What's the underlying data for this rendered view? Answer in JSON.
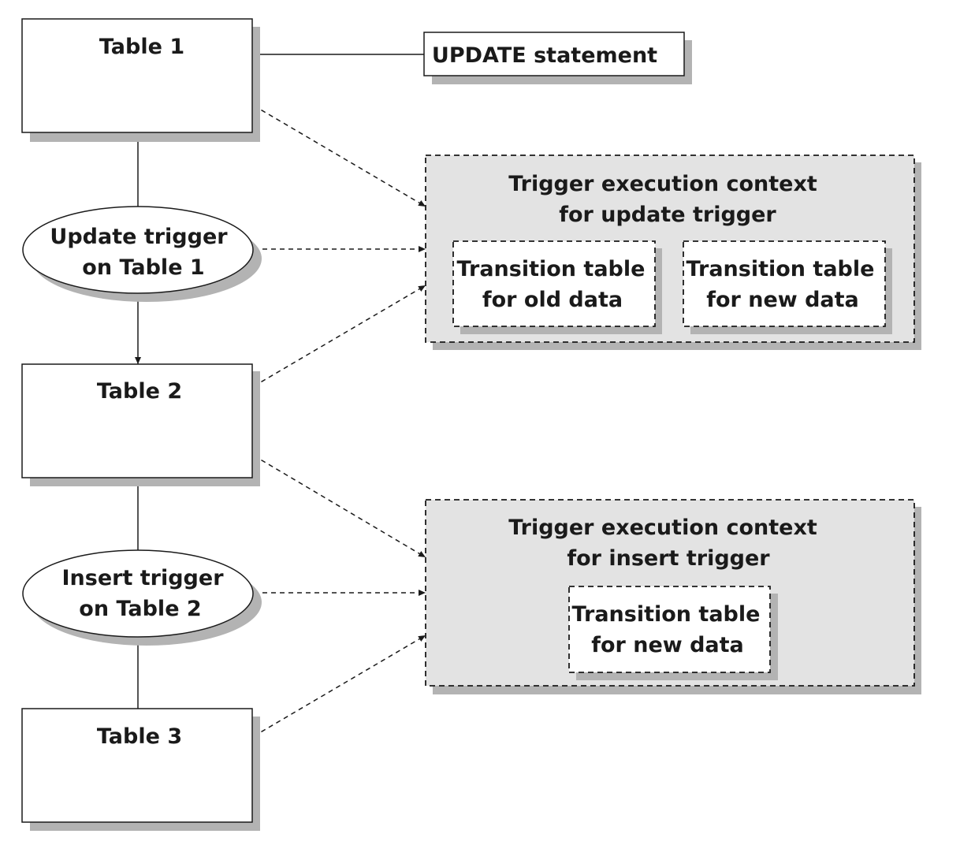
{
  "tables": {
    "table1": "Table 1",
    "table2": "Table 2",
    "table3": "Table 3"
  },
  "statement": "UPDATE statement",
  "triggers": {
    "update": {
      "line1": "Update trigger",
      "line2": "on Table 1"
    },
    "insert": {
      "line1": "Insert trigger",
      "line2": "on Table 2"
    }
  },
  "contexts": {
    "update": {
      "title1": "Trigger execution context",
      "title2": "for update trigger",
      "old_table": {
        "line1": "Transition table",
        "line2": "for old data"
      },
      "new_table": {
        "line1": "Transition table",
        "line2": "for new data"
      }
    },
    "insert": {
      "title1": "Trigger execution context",
      "title2": "for insert trigger",
      "new_table": {
        "line1": "Transition table",
        "line2": "for new data"
      }
    }
  }
}
